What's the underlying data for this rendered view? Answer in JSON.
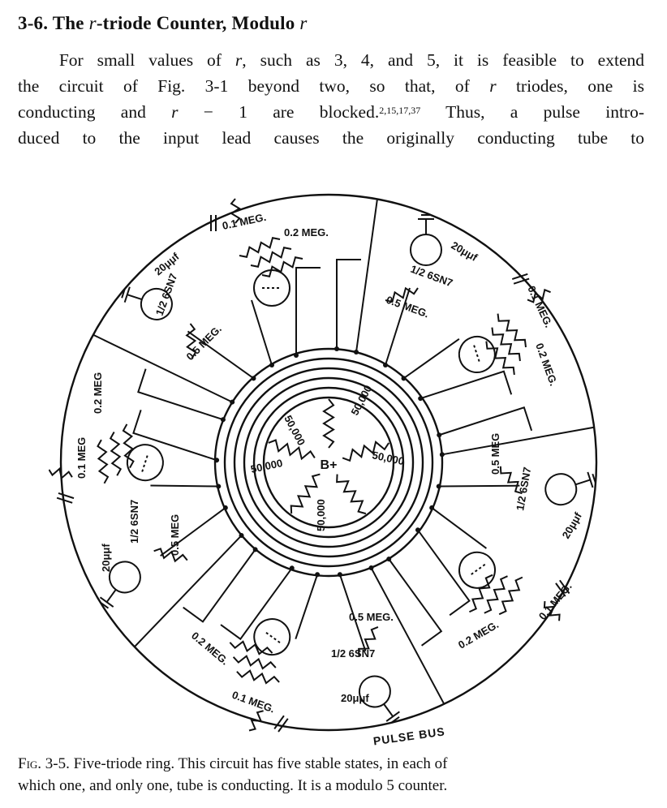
{
  "section": {
    "number": "3-6.",
    "title_a": "The ",
    "title_r": "r",
    "title_b": "-triode Counter, Modulo ",
    "title_r2": "r"
  },
  "paragraph": {
    "l1a": "For small values of ",
    "l1r": "r",
    "l1b": ", such as 3, 4, and 5, it is feasible to extend",
    "l2": "the circuit of Fig. 3-1 beyond two, so that, of ",
    "l2r": "r",
    "l2b": " triodes, one is",
    "l3a": "conducting and ",
    "l3r": "r",
    "l3b": " − 1 are blocked.",
    "l3sup": "2,15,17,37",
    "l3c": "  Thus, a pulse intro-",
    "l4": "duced to the input lead causes the originally conducting tube to"
  },
  "figure": {
    "center": "B+",
    "center_resistor": "50,000",
    "plate_load": "0.5 MEG.",
    "plate_load_b": "0.5 MEG",
    "coupling": "0.1 MEG.",
    "coupling_b": "0.1 MEG",
    "grid": "0.2 MEG.",
    "grid_b": "0.2 MEG",
    "cap": "20μμf",
    "tube": "6SN7",
    "tube_frac": "1/2",
    "bus": "PULSE BUS"
  },
  "caption": {
    "label": "Fig. 3-5.",
    "l1": "  Five-triode ring.   This circuit has five stable states, in each of",
    "l2": "which one, and only one, tube is conducting.   It is a modulo 5 counter."
  }
}
